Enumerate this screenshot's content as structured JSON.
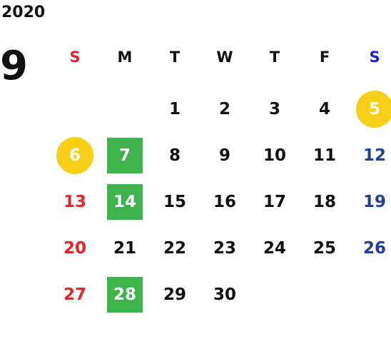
{
  "year": "2020",
  "month": "9",
  "weekdays": [
    "S",
    "M",
    "T",
    "W",
    "T",
    "F",
    "S"
  ],
  "weeks": [
    [
      "",
      "",
      "1",
      "2",
      "3",
      "4",
      "5"
    ],
    [
      "6",
      "7",
      "8",
      "9",
      "10",
      "11",
      "12"
    ],
    [
      "13",
      "14",
      "15",
      "16",
      "17",
      "18",
      "19"
    ],
    [
      "20",
      "21",
      "22",
      "23",
      "24",
      "25",
      "26"
    ],
    [
      "27",
      "28",
      "29",
      "30",
      "",
      "",
      ""
    ]
  ],
  "highlights": {
    "5": "yellow-circle",
    "6": "yellow-circle",
    "7": "green-square",
    "14": "green-square",
    "28": "green-square"
  },
  "colors": {
    "sunday_text": "#e8232a",
    "saturday_header": "#1f1fd6",
    "saturday_text": "#1f3f9a",
    "circle_fill": "#f7cf17",
    "square_fill": "#3cb44b"
  }
}
